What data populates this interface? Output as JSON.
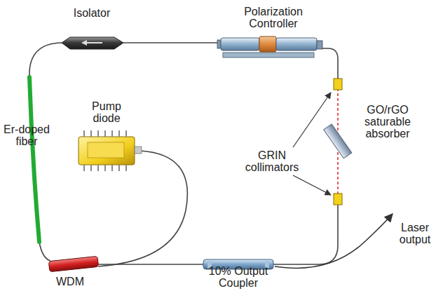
{
  "diagram": {
    "labels": [
      "Isolator",
      "Polarization Controller",
      "Er-doped fiber",
      "Pump diode",
      "GRIN collimators",
      "GO/rGO saturable absorber",
      "Laser output",
      "WDM",
      "10% Output Coupler"
    ]
  }
}
